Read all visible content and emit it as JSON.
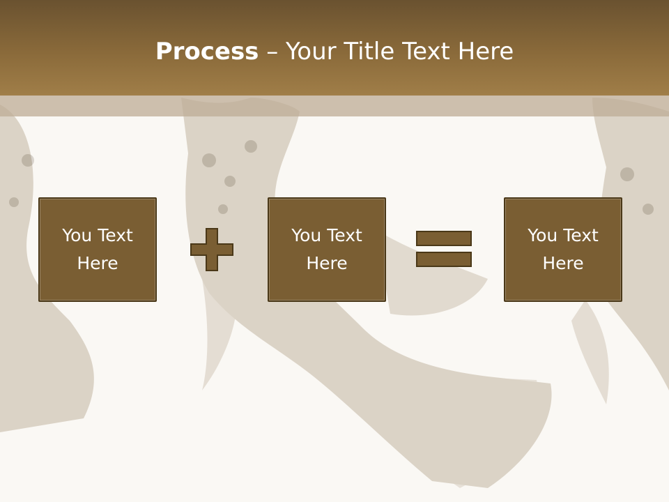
{
  "title": {
    "strong": "Process",
    "rest": " – Your Title Text Here"
  },
  "boxes": [
    {
      "text": "You Text Here"
    },
    {
      "text": "You Text Here"
    },
    {
      "text": "You Text Here"
    }
  ],
  "operators": [
    "plus-icon",
    "equals-icon"
  ],
  "colors": {
    "title_bar": "#8a6a3a",
    "box_fill": "#7a5e33",
    "box_border": "#4a3818",
    "background": "#faf8f4"
  }
}
